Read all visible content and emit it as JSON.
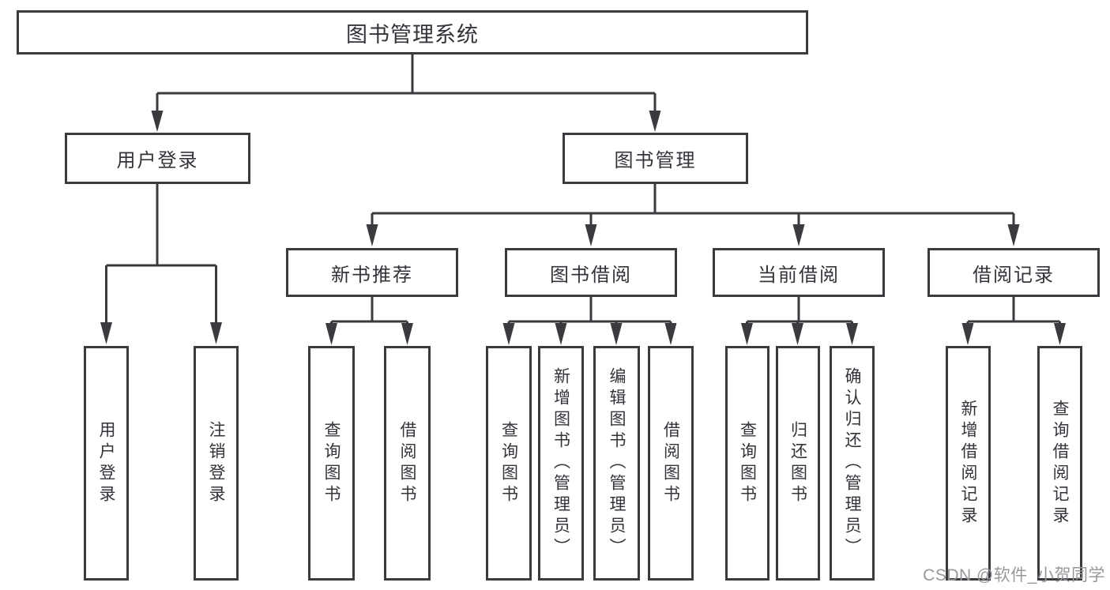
{
  "nodes": {
    "system": "图书管理系统",
    "user_login": "用户登录",
    "book_mgmt": "图书管理",
    "user_login_leaf": "用户登录",
    "logout": "注销登录",
    "new_book_rec": "新书推荐",
    "book_borrow": "图书借阅",
    "current_borrow": "当前借阅",
    "borrow_record": "借阅记录",
    "query_book": "查询图书",
    "borrow_book": "借阅图书",
    "add_book_admin": "新增图书（管理员）",
    "edit_book_admin": "编辑图书（管理员）",
    "return_book": "归还图书",
    "confirm_return_admin": "确认归还（管理员）",
    "add_borrow_record": "新增借阅记录",
    "query_borrow_record": "查询借阅记录"
  },
  "hierarchy": {
    "图书管理系统": {
      "用户登录": [
        "用户登录",
        "注销登录"
      ],
      "图书管理": {
        "新书推荐": [
          "查询图书",
          "借阅图书"
        ],
        "图书借阅": [
          "查询图书",
          "新增图书（管理员）",
          "编辑图书（管理员）",
          "借阅图书"
        ],
        "当前借阅": [
          "查询图书",
          "归还图书",
          "确认归还（管理员）"
        ],
        "借阅记录": [
          "新增借阅记录",
          "查询借阅记录"
        ]
      }
    }
  },
  "watermark": {
    "text": "CSDN @软件_小贺同学"
  },
  "colors": {
    "line": "#3b3b3f",
    "box_border": "#3b3b3f",
    "text": "#32343a",
    "background": "#ffffff",
    "watermark": "#98989c"
  }
}
